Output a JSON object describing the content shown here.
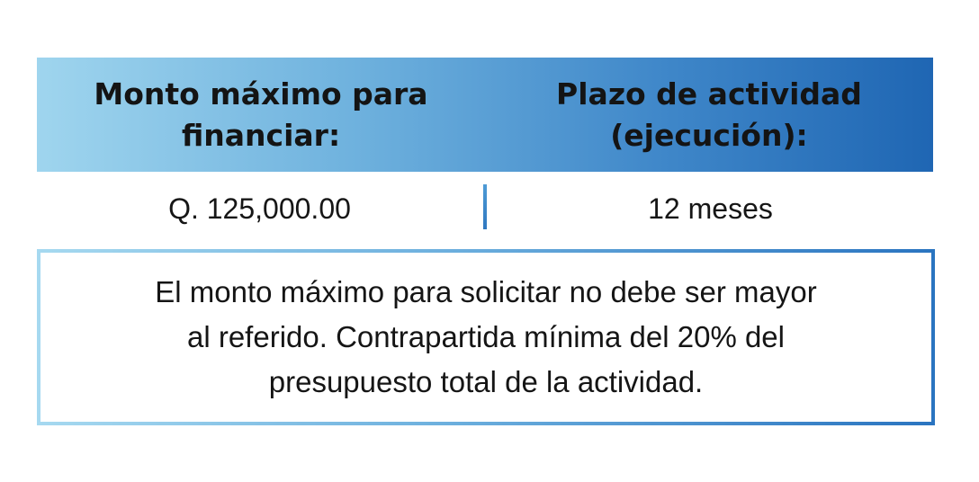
{
  "header": {
    "left_line1": "Monto máximo para",
    "left_line2": "financiar:",
    "right_line1": "Plazo de actividad",
    "right_line2": "(ejecución):"
  },
  "values": {
    "amount": "Q.  125,000.00",
    "duration": "12 meses"
  },
  "note": {
    "line1": "El monto máximo para solicitar no debe ser mayor",
    "line2": "al referido. Contrapartida mínima del 20% del",
    "line3": "presupuesto total de la actividad."
  },
  "colors": {
    "gradient_light": "#9fd5ee",
    "gradient_dark": "#1f66b3"
  }
}
